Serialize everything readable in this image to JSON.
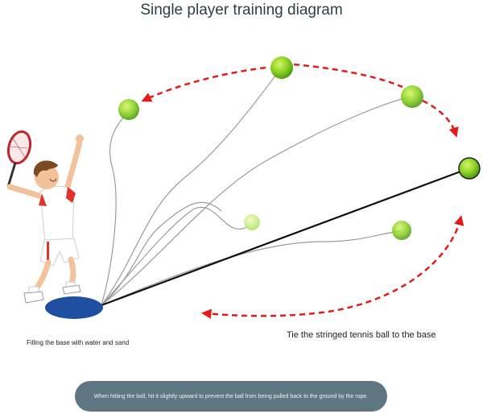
{
  "title": "Single player training diagram",
  "base_caption": "Filling the base with water and sand",
  "tie_caption": "Tie the stringed tennis ball to the base",
  "note": "When hitting the ball, hit it slightly upward to prevent the ball from being pulled back to the ground by the rope.",
  "colors": {
    "arrow": "#e21b1b",
    "base": "#1f4fa0",
    "rope": "#111111",
    "string": "#8a8a8a",
    "ball": "#7fd321",
    "note_bg": "#5f7683"
  },
  "icons": [
    "tennis-player-illustration",
    "tennis-racket-icon",
    "tennis-ball-icon",
    "base-weight-icon"
  ]
}
